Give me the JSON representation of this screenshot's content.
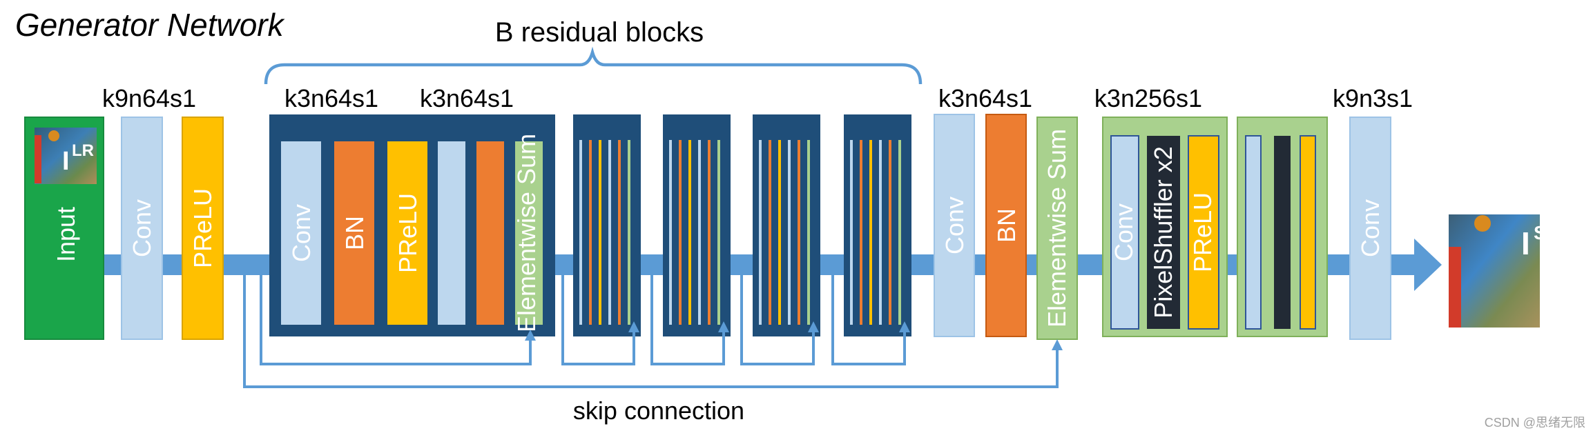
{
  "title": "Generator Network",
  "residual_label": "B residual blocks",
  "skip_label": "skip connection",
  "input": {
    "label": "Input",
    "symbol": "I",
    "sub": "LR"
  },
  "output": {
    "symbol": "I",
    "sub": "SR"
  },
  "layer_params": {
    "first_conv": "k9n64s1",
    "res_conv1": "k3n64s1",
    "res_conv2": "k3n64s1",
    "post_conv": "k3n64s1",
    "up_conv": "k3n256s1",
    "final_conv": "k9n3s1"
  },
  "block_labels": {
    "conv": "Conv",
    "bn": "BN",
    "prelu": "PReLU",
    "sum": "Elementwise Sum",
    "shuffler": "PixelShuffler x2"
  },
  "watermark": "CSDN @思绪无限",
  "colors": {
    "arrow": "#5b9bd5",
    "conv": "#bdd7ee",
    "bn": "#ed7d31",
    "prelu": "#ffc000",
    "res_block": "#1f4e79",
    "sum": "#a9d18e",
    "input": "#1aa54a",
    "shuffler": "#222a35"
  }
}
